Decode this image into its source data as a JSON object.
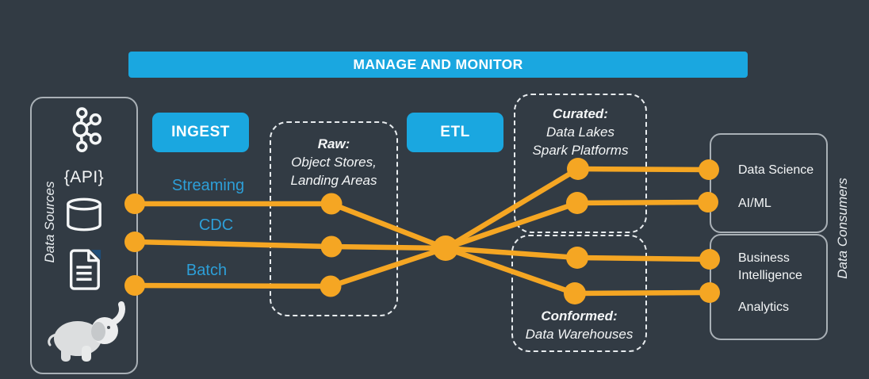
{
  "colors": {
    "background": "#323B44",
    "accent_blue": "#1AA7E0",
    "flow_label_blue": "#2D9FD8",
    "orange": "#F5A623",
    "border_gray": "#A9B0B6",
    "text_white": "#F4F6F7"
  },
  "banner": {
    "label": "MANAGE AND MONITOR"
  },
  "pipeline": {
    "ingest_label": "INGEST",
    "etl_label": "ETL",
    "flows": [
      {
        "label": "Streaming"
      },
      {
        "label": "CDC"
      },
      {
        "label": "Batch"
      }
    ]
  },
  "data_sources": {
    "panel_label": "Data Sources",
    "api_label": "{API}",
    "icons": [
      {
        "name": "kafka-icon"
      },
      {
        "name": "database-icon"
      },
      {
        "name": "document-icon"
      },
      {
        "name": "hadoop-elephant-icon"
      }
    ]
  },
  "zones": {
    "raw": {
      "title": "Raw:",
      "line1": "Object Stores,",
      "line2": "Landing Areas"
    },
    "curated": {
      "title": "Curated:",
      "line1": "Data Lakes",
      "line2": "Spark Platforms"
    },
    "conformed": {
      "title": "Conformed:",
      "line1": "Data Warehouses"
    }
  },
  "data_consumers": {
    "panel_label": "Data Consumers",
    "group_top": {
      "items": [
        "Data Science",
        "AI/ML"
      ]
    },
    "group_bottom": {
      "items": [
        "Business Intelligence",
        "Analytics"
      ]
    }
  }
}
